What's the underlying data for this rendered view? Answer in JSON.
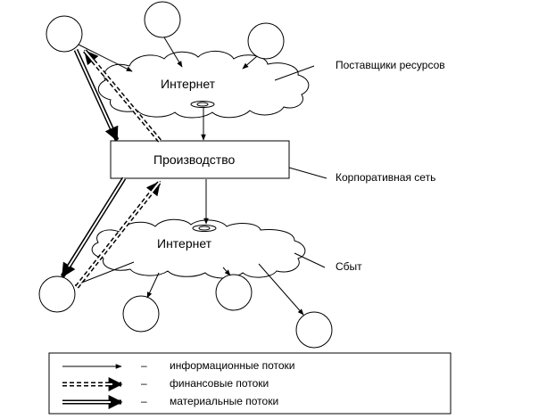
{
  "diagram": {
    "nodes": {
      "internet_top": "Интернет",
      "production": "Производство",
      "internet_bottom": "Интернет"
    },
    "annotations": {
      "suppliers": "Поставщики ресурсов",
      "corporate_net": "Корпоративная сеть",
      "sales": "Сбыт"
    }
  },
  "legend": {
    "dash": "–",
    "items": [
      {
        "type": "information",
        "label": "информационные потоки"
      },
      {
        "type": "financial",
        "label": "финансовые потоки"
      },
      {
        "type": "material",
        "label": "материальные потоки"
      }
    ]
  }
}
